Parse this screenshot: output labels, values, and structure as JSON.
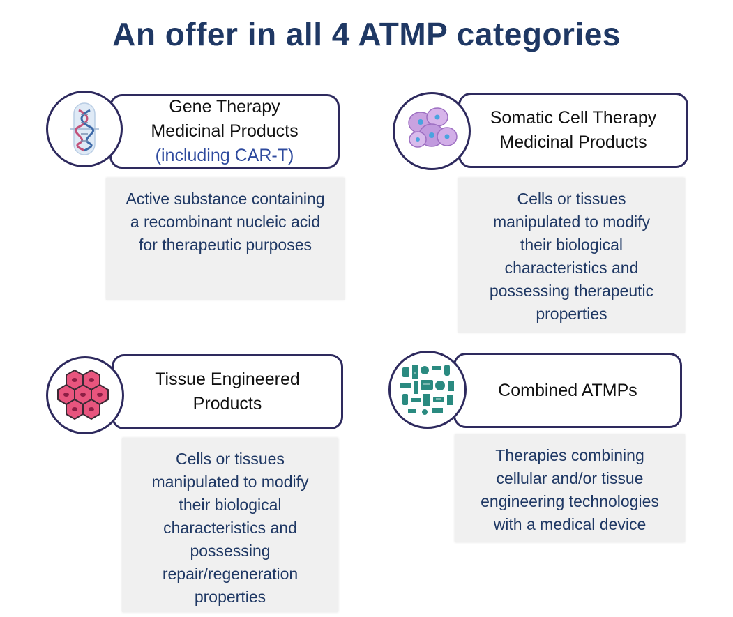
{
  "title": "An offer in all 4 ATMP categories",
  "categories": [
    {
      "icon": "dna-icon",
      "name_lines": [
        "Gene Therapy",
        "Medicinal Products",
        "(including CAR-T)"
      ],
      "description_lines": [
        "Active substance containing",
        "a recombinant nucleic acid",
        "for therapeutic purposes"
      ]
    },
    {
      "icon": "cells-icon",
      "name_lines": [
        "Somatic Cell Therapy",
        "Medicinal Products"
      ],
      "description_lines": [
        "Cells or tissues",
        "manipulated to modify",
        "their biological",
        "characteristics and",
        "possessing therapeutic",
        "properties"
      ]
    },
    {
      "icon": "tissue-icon",
      "name_lines": [
        "Tissue Engineered",
        "Products"
      ],
      "description_lines": [
        "Cells or tissues",
        "manipulated to modify",
        "their biological",
        "characteristics and",
        "possessing",
        "repair/regeneration",
        "properties"
      ]
    },
    {
      "icon": "medical-collage-icon",
      "name_lines": [
        "Combined ATMPs"
      ],
      "description_lines": [
        "Therapies combining",
        "cellular and/or tissue",
        "engineering technologies",
        "with a medical device"
      ]
    }
  ]
}
